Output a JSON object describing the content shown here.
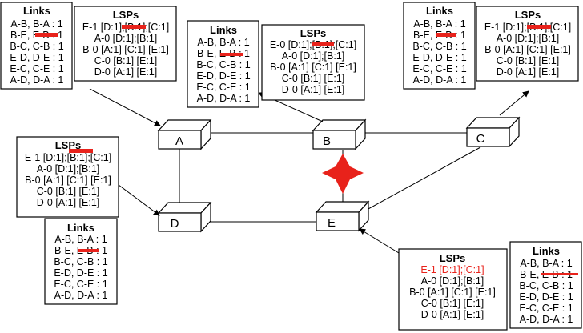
{
  "nodes": [
    "A",
    "B",
    "C",
    "D",
    "E"
  ],
  "colors": {
    "failure": "#e8221b",
    "strike": "#e8221b"
  },
  "tables": {
    "top_left": {
      "links": {
        "title": "Links",
        "rows": [
          "A-B, B-A : 1",
          "B-E, E-B : 1",
          "B-C, C-B : 1",
          "E-D, D-E : 1",
          "E-C, C-E : 1",
          "A-D, D-A : 1"
        ]
      },
      "lsps": {
        "title": "LSPs",
        "rows": [
          "E-1 [D:1];[B:1];[C:1]",
          "A-0 [D:1];[B:1]",
          "B-0 [A:1] [C:1] [E:1]",
          "C-0 [B:1] [E:1]",
          "D-0 [A:1] [E:1]"
        ]
      }
    },
    "top_middle": {
      "links": {
        "title": "Links",
        "rows": [
          "A-B, B-A : 1",
          "B-E, E-B : 1",
          "B-C, C-B : 1",
          "E-D, D-E : 1",
          "E-C, C-E : 1",
          "A-D, D-A : 1"
        ]
      },
      "lsps": {
        "title": "LSPs",
        "rows": [
          "E-0 [D:1];[B:1];[C:1]",
          "A-0 [D:1];[B:1]",
          "B-0 [A:1] [C:1] [E:1]",
          "C-0 [B:1] [E:1]",
          "D-0 [A:1] [E:1]"
        ]
      }
    },
    "top_right": {
      "links": {
        "title": "Links",
        "rows": [
          "A-B, B-A : 1",
          "B-E, E-B : 1",
          "B-C, C-B : 1",
          "E-D, D-E : 1",
          "E-C, C-E : 1",
          "A-D, D-A : 1"
        ]
      },
      "lsps": {
        "title": "LSPs",
        "rows": [
          "E-1 [D:1];[B:1];[C:1]",
          "A-0 [D:1];[B:1]",
          "B-0 [A:1] [C:1] [E:1]",
          "C-0 [B:1] [E:1]",
          "D-0 [A:1] [E:1]"
        ]
      }
    },
    "mid_left": {
      "lsps": {
        "title": "LSPs",
        "rows": [
          "E-1 [D:1];[B:1];[C:1]",
          "A-0 [D:1];[B:1]",
          "B-0 [A:1] [C:1] [E:1]",
          "C-0 [B:1] [E:1]",
          "D-0 [A:1] [E:1]"
        ]
      },
      "links": {
        "title": "Links",
        "rows": [
          "A-B, B-A : 1",
          "B-E, E-B : 1",
          "B-C, C-B : 1",
          "E-D, D-E : 1",
          "E-C, C-E : 1",
          "A-D, D-A : 1"
        ]
      }
    },
    "bottom_right": {
      "lsps": {
        "title": "LSPs",
        "rows": [
          "E-1 [D:1];[C:1]",
          "A-0 [D:1];[B:1]",
          "B-0 [A:1] [C:1] [E:1]",
          "C-0 [B:1] [E:1]",
          "D-0 [A:1] [E:1]"
        ]
      },
      "links": {
        "title": "Links",
        "rows": [
          "A-B, B-A : 1",
          "B-E, E-B : 1",
          "B-C, C-B : 1",
          "E-D, D-E : 1",
          "E-C, C-E : 1",
          "A-D, D-A : 1"
        ]
      }
    }
  }
}
